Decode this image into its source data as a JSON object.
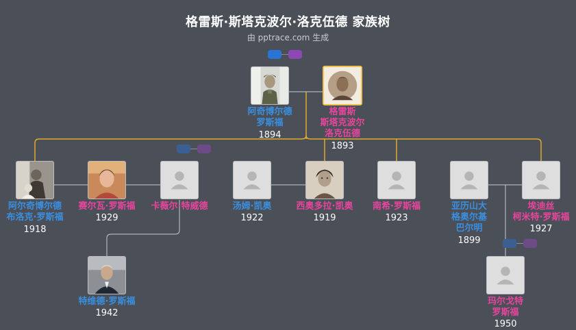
{
  "header": {
    "title": "格雷斯·斯塔克波尔·洛克伍德 家族树",
    "subtitle": "由 pptrace.com 生成"
  },
  "colors": {
    "background": "#4a4f58",
    "male": "#3a8fe0",
    "female": "#e8459c",
    "gold_line": "#e0ac2a",
    "focus_border": "#f2c14e"
  },
  "people": [
    {
      "id": "p1",
      "name": "阿奇博尔德\n罗斯福",
      "year": "1894",
      "gender": "male",
      "photo": "military-portrait-photo",
      "focus": false
    },
    {
      "id": "p2",
      "name": "格雷斯\n斯塔克波尔\n洛克伍德",
      "year": "1893",
      "gender": "female",
      "photo": "woman-portrait-photo",
      "focus": true
    },
    {
      "id": "c1",
      "name": "阿尔奇博尔德\n布洛克·罗斯福",
      "year": "1918",
      "gender": "male",
      "photo": "family-photo",
      "focus": false
    },
    {
      "id": "c1s",
      "name": "赛尔瓦·罗斯福",
      "year": "1929",
      "gender": "female",
      "photo": "elderly-woman-photo",
      "focus": false
    },
    {
      "id": "c1s2",
      "name": "卡薇尔·特威德",
      "year": "",
      "gender": "female",
      "photo": "placeholder-avatar",
      "focus": false
    },
    {
      "id": "c2s",
      "name": "汤姆·凯奥",
      "year": "1922",
      "gender": "male",
      "photo": "placeholder-avatar",
      "focus": false
    },
    {
      "id": "c2",
      "name": "西奥多拉·凯奥",
      "year": "1919",
      "gender": "female",
      "photo": "vintage-woman-photo",
      "focus": false
    },
    {
      "id": "c3",
      "name": "南希·罗斯福",
      "year": "1923",
      "gender": "female",
      "photo": "placeholder-avatar",
      "focus": false
    },
    {
      "id": "c4s",
      "name": "亚历山大\n格奥尔基\n巴尔明",
      "year": "1899",
      "gender": "male",
      "photo": "placeholder-avatar",
      "focus": false
    },
    {
      "id": "c4",
      "name": "埃迪丝\n柯米特·罗斯福",
      "year": "1927",
      "gender": "female",
      "photo": "placeholder-avatar",
      "focus": false
    },
    {
      "id": "g1",
      "name": "特维德·罗斯福",
      "year": "1942",
      "gender": "male",
      "photo": "older-man-photo",
      "focus": false
    },
    {
      "id": "g2",
      "name": "玛尔戈特\n罗斯福",
      "year": "1950",
      "gender": "female",
      "photo": "placeholder-avatar",
      "focus": false
    }
  ],
  "toggles": [
    {
      "id": "t-parents",
      "label": "expand-collapse-parents"
    },
    {
      "id": "t-tweed",
      "label": "expand-collapse-tweed"
    },
    {
      "id": "t-margot",
      "label": "expand-collapse-margot"
    }
  ]
}
